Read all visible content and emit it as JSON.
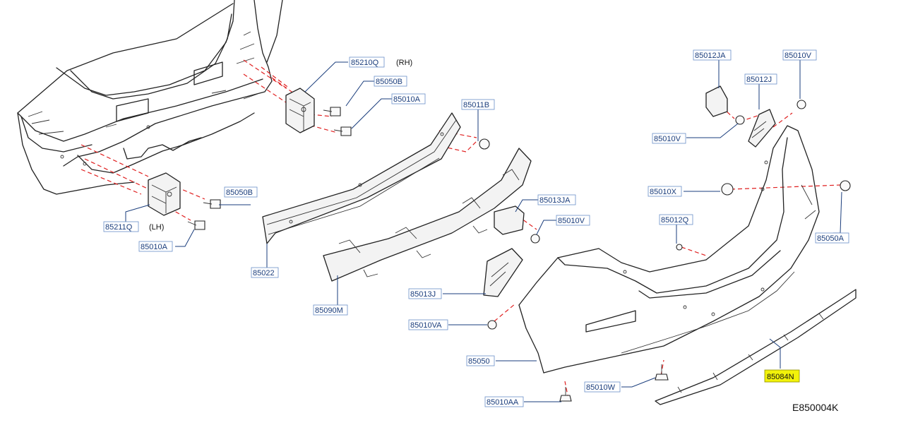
{
  "diagram": {
    "reference_code": "E850004K",
    "highlight_color": "#f2f20a",
    "dash_color": "#e02020",
    "leader_color": "#1a3d7c",
    "callouts": [
      {
        "id": "85210Q",
        "side": "(RH)"
      },
      {
        "id": "85050B"
      },
      {
        "id": "85010A"
      },
      {
        "id": "85011B"
      },
      {
        "id": "85050B"
      },
      {
        "id": "85211Q",
        "side": "(LH)"
      },
      {
        "id": "85010A"
      },
      {
        "id": "85022"
      },
      {
        "id": "85090M"
      },
      {
        "id": "85013JA"
      },
      {
        "id": "85010V"
      },
      {
        "id": "85013J"
      },
      {
        "id": "85010VA"
      },
      {
        "id": "85050"
      },
      {
        "id": "85010AA"
      },
      {
        "id": "85010W"
      },
      {
        "id": "85084N",
        "highlighted": true
      },
      {
        "id": "85012JA"
      },
      {
        "id": "85010V"
      },
      {
        "id": "85012J"
      },
      {
        "id": "85010V"
      },
      {
        "id": "85010X"
      },
      {
        "id": "85012Q"
      },
      {
        "id": "85050A"
      }
    ]
  }
}
